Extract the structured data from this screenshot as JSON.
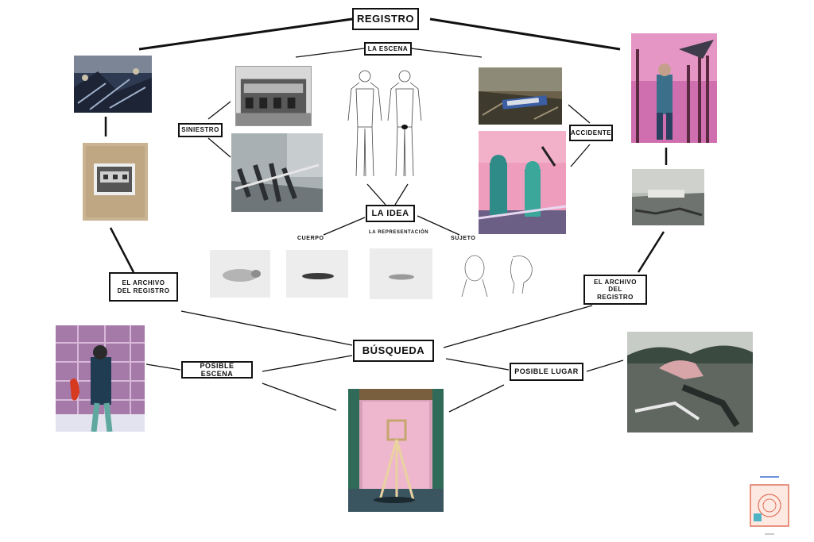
{
  "nodes": {
    "registro": "REGISTRO",
    "la_escena": "LA ESCENA",
    "siniestro": "SINIESTRO",
    "accidente": "ACCIDENTE",
    "la_idea": "LA IDEA",
    "archivo_left": "EL ARCHIVO DEL REGISTRO",
    "archivo_right": "EL ARCHIVO DEL REGISTRO",
    "busqueda": "BÚSQUEDA",
    "posible_escena": "POSIBLE ESCENA",
    "posible_lugar": "POSIBLE LUGAR"
  },
  "labels": {
    "cuerpo": "CUERPO",
    "la_representacion": "LA REPRESENTACIÓN",
    "sujeto": "SUJETO"
  },
  "colors": {
    "line": "#111111",
    "pink": "#e8a6c8",
    "teal": "#3aa79a",
    "gray": "#8e8e8e",
    "red": "#d63a1f"
  }
}
